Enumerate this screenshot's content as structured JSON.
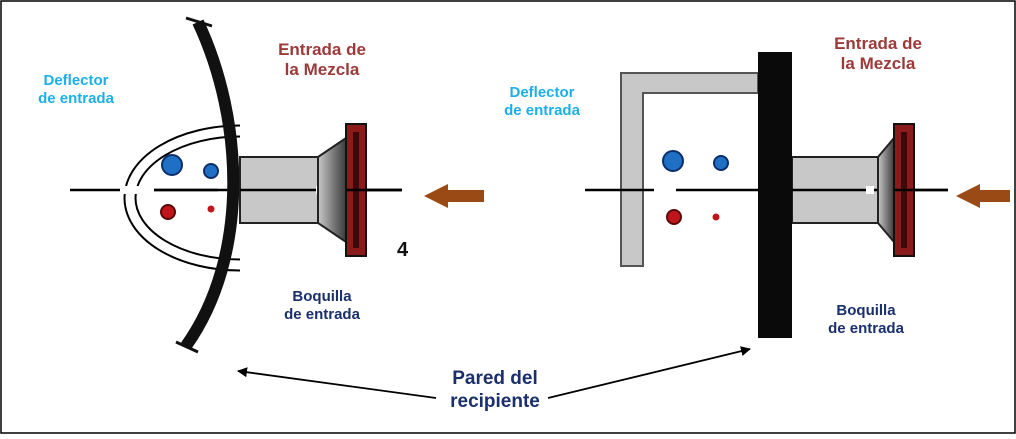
{
  "left_diagram": {
    "deflector_label": "Deflector\nde entrada",
    "inlet_label": "Entrada de\nla Mezcla",
    "nozzle_label": "Boquilla\nde entrada"
  },
  "right_diagram": {
    "deflector_label": "Deflector\nde entrada",
    "inlet_label": "Entrada de\nla Mezcla",
    "nozzle_label": "Boquilla\nde entrada"
  },
  "vessel_wall_label": "Pared del\nrecipiente",
  "number_label": "4",
  "colors": {
    "deflector_label": "#1cb0e6",
    "inlet_label": "#9c3a3a",
    "nozzle_label": "#1a2f6b",
    "wall": "#111111",
    "nozzle": "#c8c8c8",
    "flange": "#8b1a1a",
    "blue_bubble": "#1f6fc4",
    "red_droplet": "#c0151b",
    "arrow": "#9a4a14",
    "frame": "#000000"
  }
}
